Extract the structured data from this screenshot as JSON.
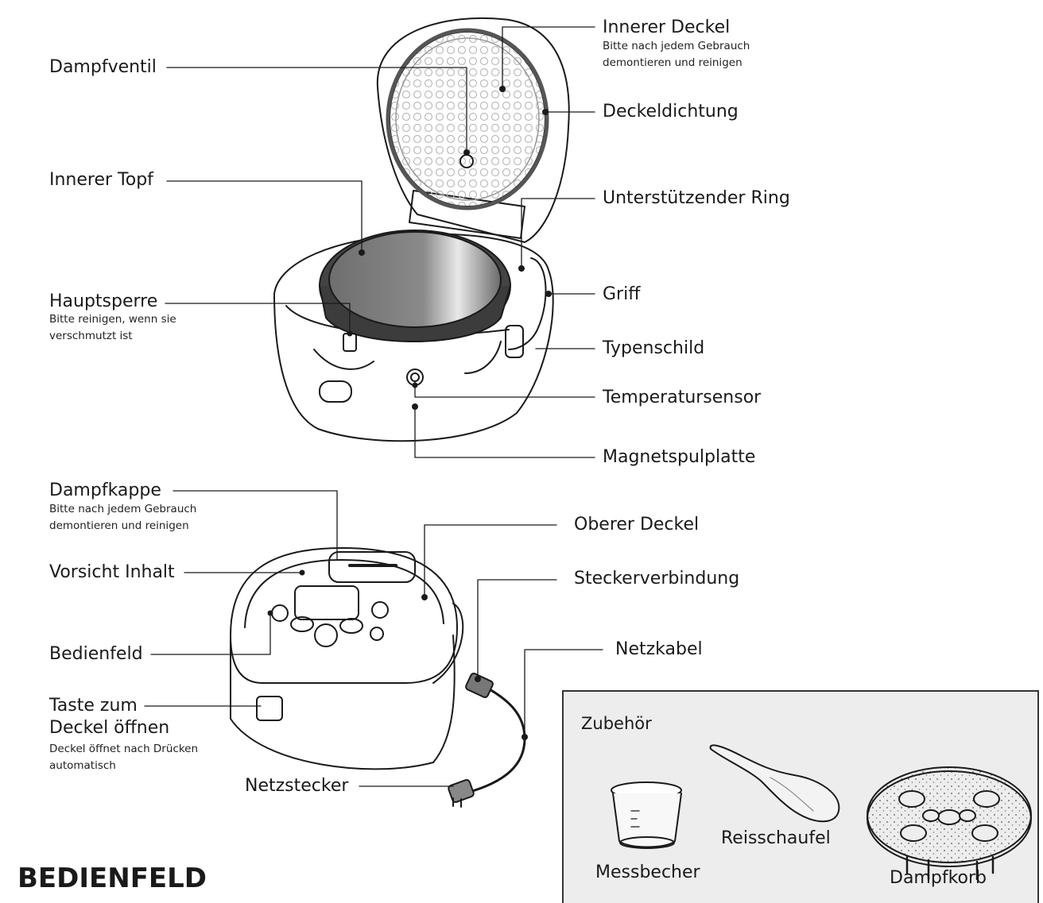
{
  "labels": {
    "dampfventil": "Dampfventil",
    "innerer_topf": "Innerer Topf",
    "hauptsperre": "Hauptsperre",
    "hauptsperre_hint_1": "Bitte reinigen, wenn sie",
    "hauptsperre_hint_2": "verschmutzt ist",
    "innerer_deckel": "Innerer Deckel",
    "innerer_deckel_hint_1": "Bitte nach jedem Gebrauch",
    "innerer_deckel_hint_2": "demontieren und reinigen",
    "deckeldichtung": "Deckeldichtung",
    "unterstuetzender_ring": "Unterstützender Ring",
    "griff": "Griff",
    "typenschild": "Typenschild",
    "temperatursensor": "Temperatursensor",
    "magnetspulplatte": "Magnetspulplatte",
    "dampfkappe": "Dampfkappe",
    "dampfkappe_hint_1": "Bitte nach jedem Gebrauch",
    "dampfkappe_hint_2": "demontieren und reinigen",
    "vorsicht_inhalt": "Vorsicht Inhalt",
    "bedienfeld": "Bedienfeld",
    "taste_1": "Taste zum",
    "taste_2": "Deckel öffnen",
    "taste_hint_1": "Deckel öffnet nach Drücken",
    "taste_hint_2": "automatisch",
    "netzstecker": "Netzstecker",
    "oberer_deckel": "Oberer Deckel",
    "steckerverbindung": "Steckerverbindung",
    "netzkabel": "Netzkabel"
  },
  "accessories": {
    "title": "Zubehör",
    "messbecher": "Messbecher",
    "reisschaufel": "Reisschaufel",
    "dampfkorb": "Dampfkorb"
  },
  "section_heading": "BEDIENFELD",
  "colors": {
    "ink": "#1a1a1a",
    "pot": "#7a7a7a",
    "box_fill": "#ededed",
    "background": "#ffffff"
  }
}
